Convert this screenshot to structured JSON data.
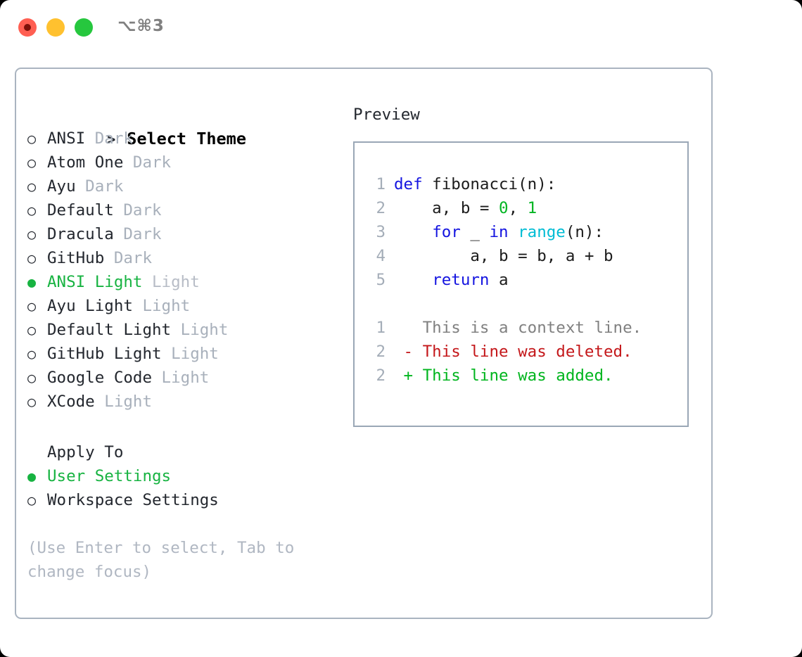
{
  "titlebar": {
    "shortcut": "⌥⌘3",
    "buttons": [
      {
        "name": "close",
        "color": "#ff5f52"
      },
      {
        "name": "minimize",
        "color": "#ffc12f"
      },
      {
        "name": "maximize",
        "color": "#26c73e"
      }
    ]
  },
  "theme_picker": {
    "header_marker": ">",
    "header": "Select Theme",
    "marker_unselected": "○",
    "marker_selected": "●",
    "accent_color": "#17b341",
    "items": [
      {
        "marker": "○",
        "label": "ANSI",
        "variant": "Dark",
        "selected": false
      },
      {
        "marker": "○",
        "label": "Atom One",
        "variant": "Dark",
        "selected": false
      },
      {
        "marker": "○",
        "label": "Ayu",
        "variant": "Dark",
        "selected": false
      },
      {
        "marker": "○",
        "label": "Default",
        "variant": "Dark",
        "selected": false
      },
      {
        "marker": "○",
        "label": "Dracula",
        "variant": "Dark",
        "selected": false
      },
      {
        "marker": "○",
        "label": "GitHub",
        "variant": "Dark",
        "selected": false
      },
      {
        "marker": "●",
        "label": "ANSI Light",
        "variant": "Light",
        "selected": true
      },
      {
        "marker": "○",
        "label": "Ayu Light",
        "variant": "Light",
        "selected": false
      },
      {
        "marker": "○",
        "label": "Default Light",
        "variant": "Light",
        "selected": false
      },
      {
        "marker": "○",
        "label": "GitHub Light",
        "variant": "Light",
        "selected": false
      },
      {
        "marker": "○",
        "label": "Google Code",
        "variant": "Light",
        "selected": false
      },
      {
        "marker": "○",
        "label": "XCode",
        "variant": "Light",
        "selected": false
      }
    ]
  },
  "apply_to": {
    "title": "Apply To",
    "items": [
      {
        "marker": "●",
        "label": "User Settings",
        "selected": true
      },
      {
        "marker": "○",
        "label": "Workspace Settings",
        "selected": false
      }
    ]
  },
  "hint": "(Use Enter to select, Tab to change focus)",
  "preview": {
    "title": "Preview",
    "code_lines": [
      {
        "ln": "1",
        "tokens": [
          {
            "t": "def",
            "c": "kw"
          },
          {
            "t": " fibonacci(n):",
            "c": "plain"
          }
        ]
      },
      {
        "ln": "2",
        "tokens": [
          {
            "t": "    a, b = ",
            "c": "plain"
          },
          {
            "t": "0",
            "c": "num"
          },
          {
            "t": ", ",
            "c": "plain"
          },
          {
            "t": "1",
            "c": "num"
          }
        ]
      },
      {
        "ln": "3",
        "tokens": [
          {
            "t": "    ",
            "c": "plain"
          },
          {
            "t": "for",
            "c": "kw"
          },
          {
            "t": " _ ",
            "c": "plain"
          },
          {
            "t": "in",
            "c": "kw"
          },
          {
            "t": " ",
            "c": "plain"
          },
          {
            "t": "range",
            "c": "fn"
          },
          {
            "t": "(n):",
            "c": "plain"
          }
        ]
      },
      {
        "ln": "4",
        "tokens": [
          {
            "t": "        a, b = b, a + b",
            "c": "plain"
          }
        ]
      },
      {
        "ln": "5",
        "tokens": [
          {
            "t": "    ",
            "c": "plain"
          },
          {
            "t": "return",
            "c": "kw"
          },
          {
            "t": " a",
            "c": "plain"
          }
        ]
      }
    ],
    "diff_lines": [
      {
        "ln": "1",
        "tokens": [
          {
            "t": "   This is a context line.",
            "c": "ctx"
          }
        ]
      },
      {
        "ln": "2",
        "tokens": [
          {
            "t": " - This line was deleted.",
            "c": "del"
          }
        ]
      },
      {
        "ln": "2",
        "tokens": [
          {
            "t": " + This line was added.",
            "c": "add"
          }
        ]
      }
    ]
  }
}
